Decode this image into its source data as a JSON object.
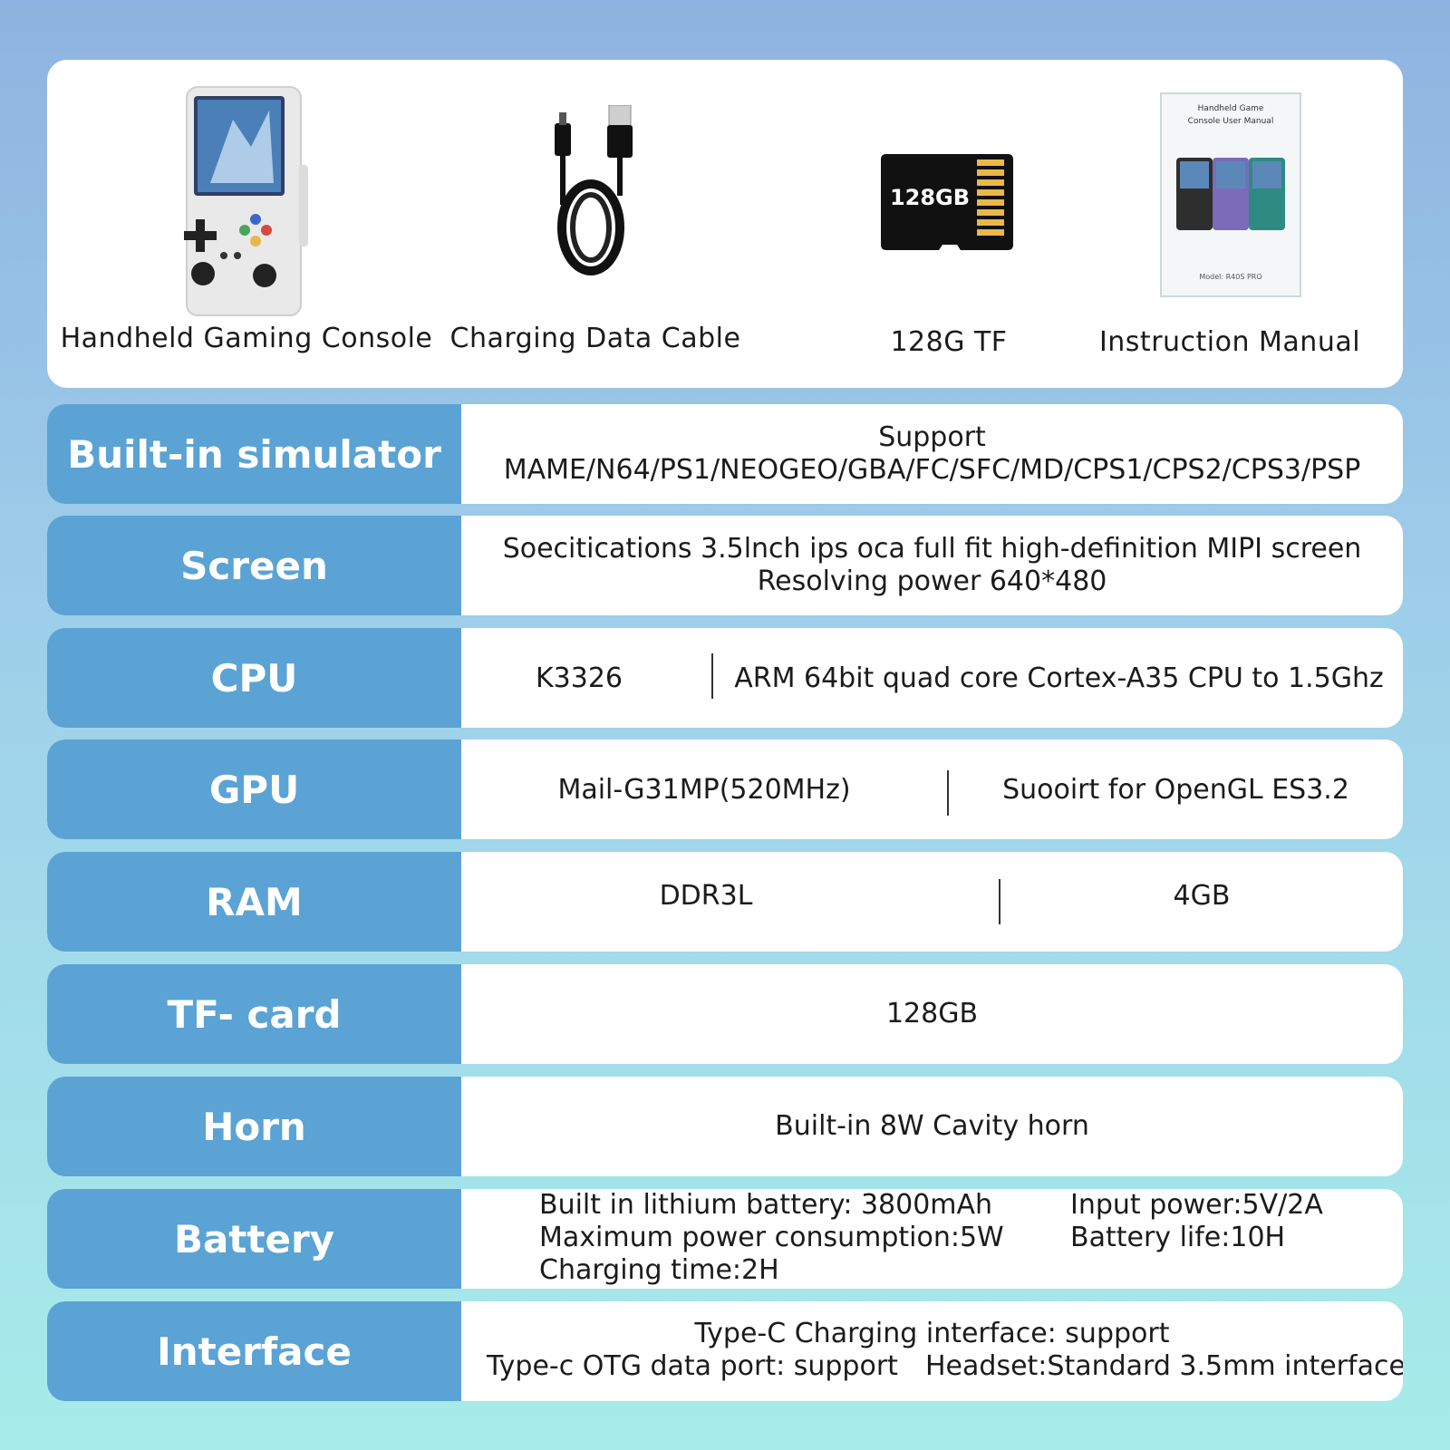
{
  "contents": {
    "items": [
      {
        "label": "Handheld Gaming Console",
        "icon": "handheld-console-icon"
      },
      {
        "label": "Charging Data Cable",
        "icon": "usb-cable-icon"
      },
      {
        "label": "128G TF",
        "icon": "tf-card-icon",
        "card_text": "128GB"
      },
      {
        "label": "Instruction Manual",
        "icon": "manual-icon",
        "manual_title_1": "Handheld Game",
        "manual_title_2": "Console User Manual",
        "manual_model": "Model: R40S PRO"
      }
    ]
  },
  "specs": {
    "simulator": {
      "label": "Built-in simulator",
      "line1": "Support",
      "line2": "MAME/N64/PS1/NEOGEO/GBA/FC/SFC/MD/CPS1/CPS2/CPS3/PSP"
    },
    "screen": {
      "label": "Screen",
      "line1": "Soecitications 3.5lnch ips oca full fit high-definition MIPI screen",
      "line2": "Resolving power 640*480"
    },
    "cpu": {
      "label": "CPU",
      "left": "K3326",
      "right": "ARM 64bit quad core Cortex-A35 CPU to 1.5Ghz"
    },
    "gpu": {
      "label": "GPU",
      "left": "Mail-G31MP(520MHz)",
      "right": "Suooirt for OpenGL ES3.2"
    },
    "ram": {
      "label": "RAM",
      "left": "DDR3L",
      "right": "4GB"
    },
    "tfcard": {
      "label": "TF- card",
      "value": "128GB"
    },
    "horn": {
      "label": "Horn",
      "value": "Built-in 8W Cavity horn"
    },
    "battery": {
      "label": "Battery",
      "capacity": "Built in lithium battery: 3800mAh",
      "max_power": "Maximum power consumption:5W",
      "charging_time": "Charging time:2H",
      "input_power": "Input power:5V/2A",
      "battery_life": "Battery life:10H"
    },
    "interface": {
      "label": "Interface",
      "charging": "Type-C Charging interface: support",
      "otg": "Type-c OTG data port: support",
      "headset": "Headset:Standard 3.5mm interface"
    }
  },
  "colors": {
    "label_bg": "#5aa3d4",
    "accent_gold": "#e8b84a"
  }
}
